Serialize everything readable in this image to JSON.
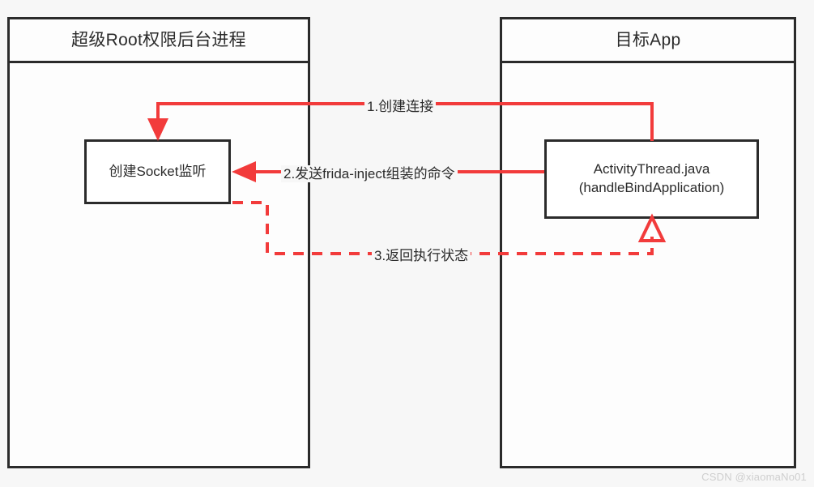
{
  "diagram": {
    "type": "sequence-diagram",
    "colors": {
      "background": "#f7f7f7",
      "box_border": "#2b2b2b",
      "box_fill": "#ffffff",
      "arrow": "#f23b3b",
      "text": "#2b2b2b",
      "watermark": "#cfcfcf"
    },
    "lifelines": [
      {
        "id": "left",
        "title": "超级Root权限后台进程"
      },
      {
        "id": "right",
        "title": "目标App"
      }
    ],
    "boxes": [
      {
        "id": "socket",
        "label": "创建Socket监听"
      },
      {
        "id": "activitythread",
        "label": "ActivityThread.java\n(handleBindApplication)"
      }
    ],
    "messages": [
      {
        "number": "1",
        "label": "1.创建连接",
        "style": "solid",
        "direction": "right-to-left"
      },
      {
        "number": "2",
        "label": "2.发送frida-inject组装的命令",
        "style": "solid",
        "direction": "right-to-left"
      },
      {
        "number": "3",
        "label": "3.返回执行状态",
        "style": "dashed",
        "direction": "left-to-right"
      }
    ]
  },
  "watermark": {
    "text": "CSDN @xiaomaNo01"
  }
}
